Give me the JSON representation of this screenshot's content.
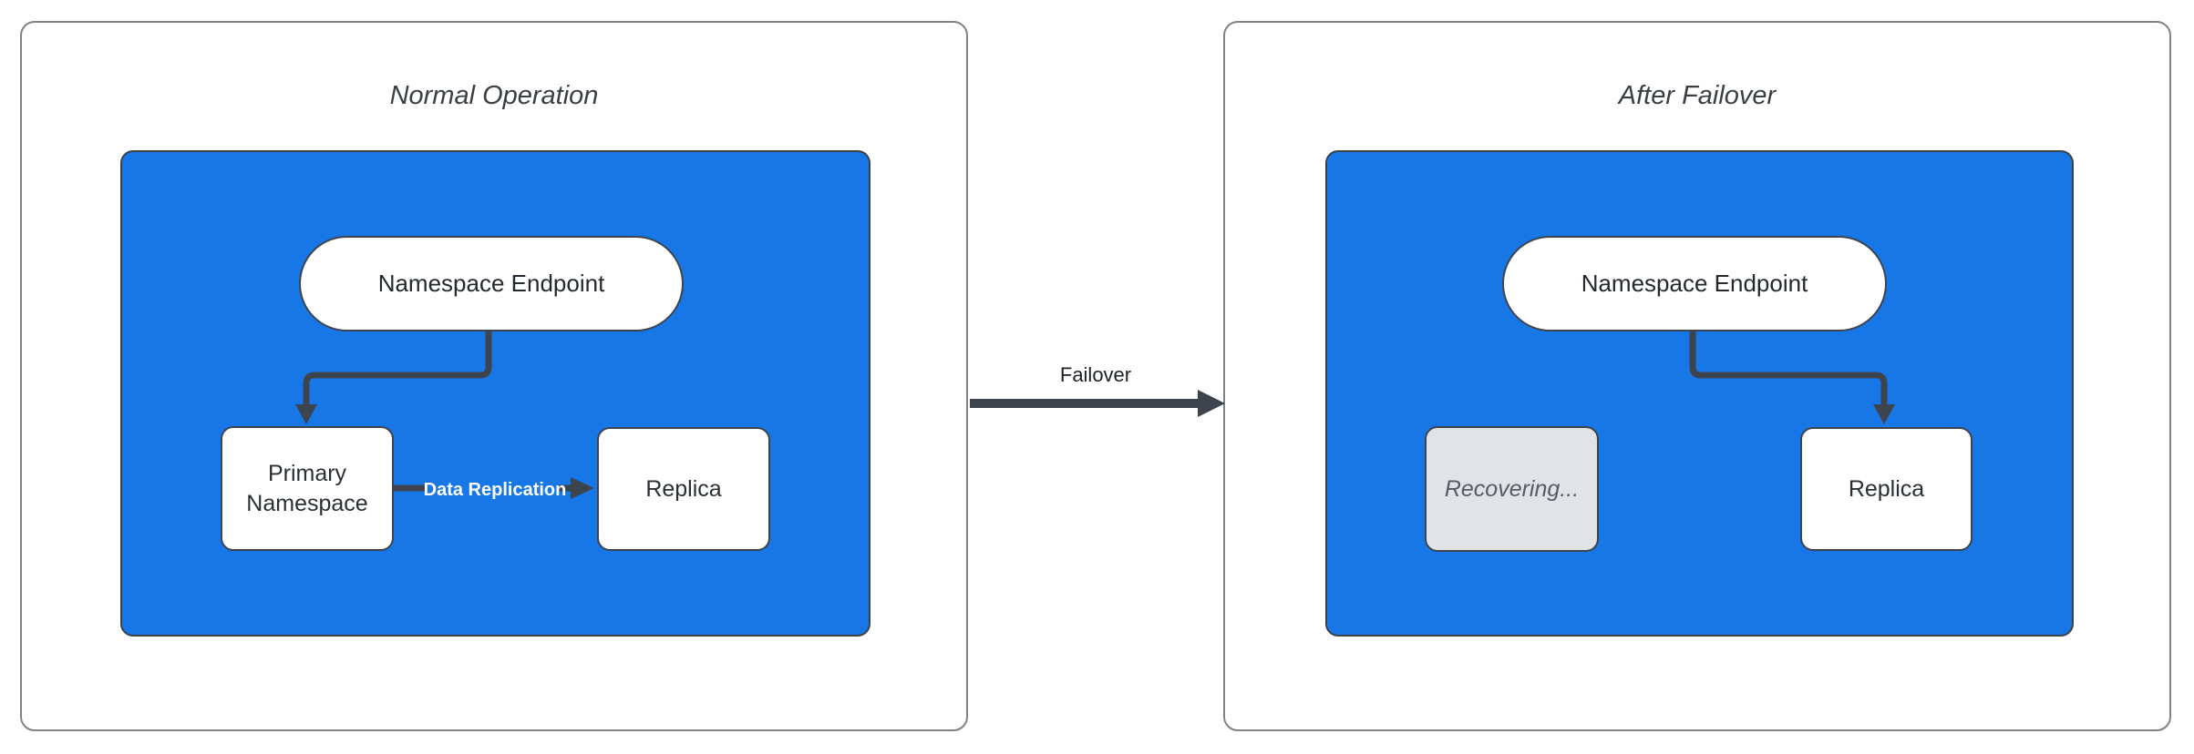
{
  "colors": {
    "container_blue": "#1777E6",
    "stroke_dark": "#3E444D",
    "panel_border": "#7E8287",
    "recovering_fill": "#E1E3E7",
    "recovering_text": "#555C66",
    "edge_label_text": "#FFFFFF"
  },
  "panels": [
    {
      "title": "Normal Operation",
      "endpoint_label": "Namespace Endpoint",
      "primary_label": "Primary Namespace",
      "replica_label": "Replica",
      "replication_label": "Data Replication"
    },
    {
      "title": "After Failover",
      "endpoint_label": "Namespace Endpoint",
      "recovering_label": "Recovering...",
      "replica_label": "Replica"
    }
  ],
  "transition": {
    "label": "Failover"
  }
}
